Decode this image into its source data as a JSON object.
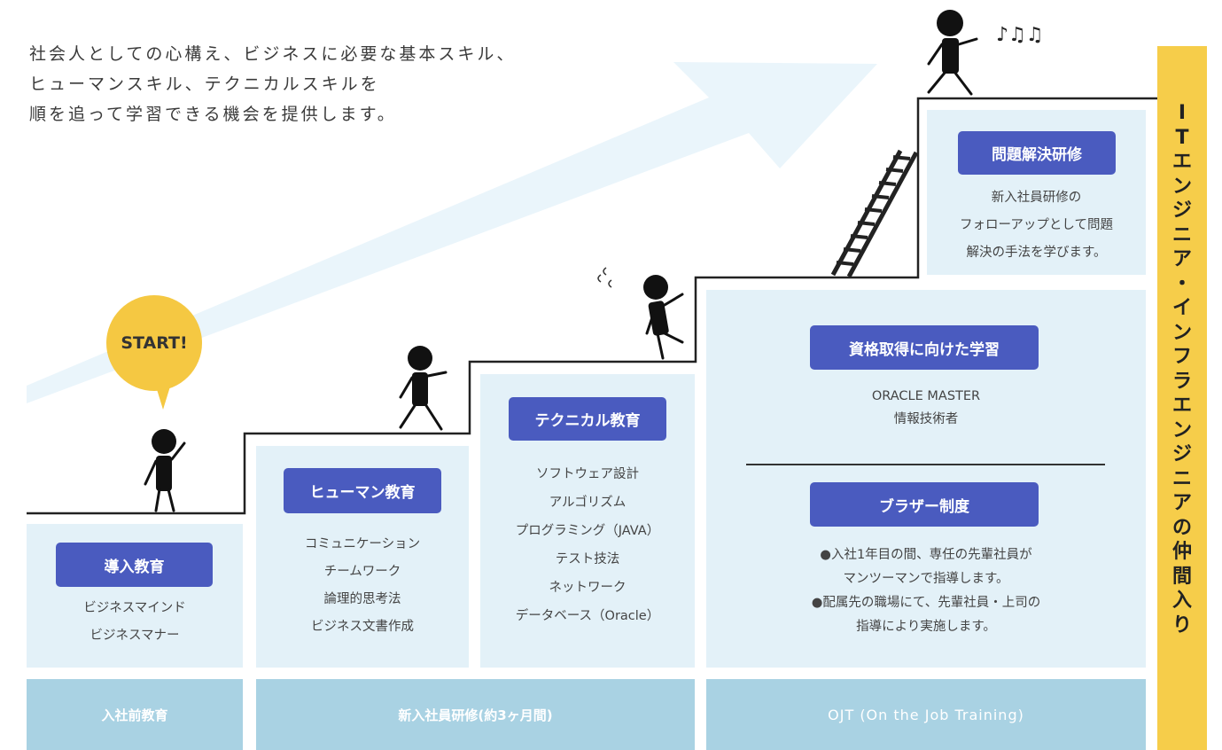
{
  "intro": [
    "社会人としての心構え、ビジネスに必要な基本スキル、",
    "ヒューマンスキル、テクニカルスキルを",
    "順を追って学習できる機会を提供します。"
  ],
  "start_label": "START!",
  "steps": {
    "intro_edu": {
      "title": "導入教育",
      "items": [
        "ビジネスマインド",
        "ビジネスマナー"
      ]
    },
    "human_edu": {
      "title": "ヒューマン教育",
      "items": [
        "コミュニケーション",
        "チームワーク",
        "論理的思考法",
        "ビジネス文書作成"
      ]
    },
    "tech_edu": {
      "title": "テクニカル教育",
      "items": [
        "ソフトウェア設計",
        "アルゴリズム",
        "プログラミング（JAVA）",
        "テスト技法",
        "ネットワーク",
        "データベース（Oracle）"
      ]
    },
    "cert": {
      "title": "資格取得に向けた学習",
      "items": [
        "ORACLE MASTER",
        "情報技術者"
      ]
    },
    "brother": {
      "title": "ブラザー制度",
      "items": [
        "●入社1年目の間、専任の先輩社員が",
        "マンツーマンで指導します。",
        "●配属先の職場にて、先輩社員・上司の",
        "指導により実施します。"
      ]
    },
    "problem": {
      "title": "問題解決研修",
      "items": [
        "新入社員研修の",
        "フォローアップとして問題",
        "解決の手法を学びます。"
      ]
    }
  },
  "phases": {
    "pre": "入社前教育",
    "new_hire": "新入社員研修(約3ヶ月間)",
    "ojt": "OJT (On the Job Training)"
  },
  "side_banner": [
    "I",
    "T",
    "エ",
    "ン",
    "ジ",
    "ニ",
    "ア",
    "・",
    "イ",
    "ン",
    "フ",
    "ラ",
    "エ",
    "ン",
    "ジ",
    "ニ",
    "ア",
    "の",
    "仲",
    "間",
    "入",
    "り"
  ],
  "colors": {
    "pill": "#4a5bbf",
    "panel": "#e3f1f8",
    "phase": "#a9d2e3",
    "accent": "#f5c842"
  }
}
